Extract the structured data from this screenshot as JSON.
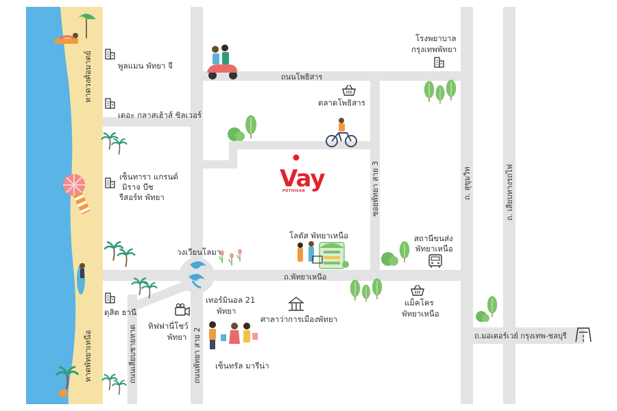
{
  "brand": {
    "logo_text": "Vay",
    "logo_sub": "POTHISAN",
    "color": "#e0242b"
  },
  "colors": {
    "sea": "#5ab4e5",
    "sand": "#f7e2a6",
    "road": "#e3e3e3",
    "tree": "#7dc36a",
    "text": "#333333"
  },
  "beaches": {
    "north": "หาดวงศ์อมาตย์",
    "south": "หาดพัทยาเหนือ"
  },
  "roads": {
    "pho_sarn": "ถนนโพธิสาร",
    "pattaya_nuea": "ถ.พัทยาเหนือ",
    "soi_pattaya_sai3": "ซอยพัทยา สาย 3",
    "sukhumvit": "ถ. สุขุมวิท",
    "railway": "ถ. เลียบทางรถไฟ",
    "beach_road": "ถนนเลียบชายหาด",
    "pattaya_sai2": "ถนนพัทยา สาย 2",
    "motorway": "ถ.มอเตอร์เวย์ กรุงเทพ-ชลบุรี"
  },
  "places": {
    "pullman": "พูลแมน พัทยา จี",
    "glass_house": "เดอะ กลาสเฮ้าส์ ซิลเวอร์",
    "centara": [
      "เซ็นทารา แกรนด์",
      "มิราจ บีช",
      "รีสอร์ท พัทยา"
    ],
    "dusit": "ดุสิต ธานี",
    "dolphin": "วงเวียนโลมา",
    "tiffany": [
      "ทิฟฟานี่โชว์",
      "พัทยา"
    ],
    "terminal": [
      "เทอร์มินอล 21",
      "พัทยา"
    ],
    "central": "เซ็นทรัล มารีน่า",
    "city_hall": "ศาลาว่าการเมืองพัทยา",
    "lotus": "โลตัส พัทยาเหนือ",
    "pho_sarn_market": "ตลาดโพธิสาร",
    "hospital": [
      "โรงพยาบาล",
      "กรุงเทพพัทยา"
    ],
    "bus_station": [
      "สถานีขนส่ง",
      "พัทยาเหนือ"
    ],
    "makro": [
      "แม็คโคร",
      "พัทยาเหนือ"
    ]
  },
  "icons": [
    "building-icon",
    "basket-icon",
    "bus-icon",
    "camera-icon",
    "government-icon",
    "expressway-icon",
    "location-dot-icon",
    "palm-tree-icon",
    "tree-icon",
    "dolphin-icon",
    "umbrella-icon"
  ]
}
